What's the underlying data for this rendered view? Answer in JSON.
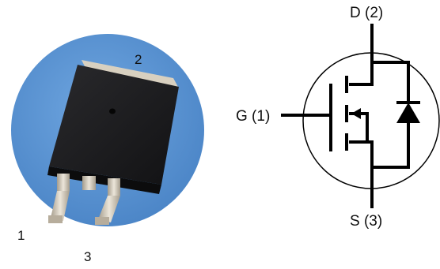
{
  "package_photo": {
    "pin_labels": {
      "pin2": "2",
      "pin1": "1",
      "pin3": "3"
    },
    "colors": {
      "backdrop": "#5b95d4",
      "body": "#1c1c1e",
      "metal": "#c9c0b0"
    }
  },
  "schematic": {
    "drain_label": "D (2)",
    "gate_label": "G (1)",
    "source_label": "S (3)",
    "colors": {
      "line": "#000000"
    }
  }
}
